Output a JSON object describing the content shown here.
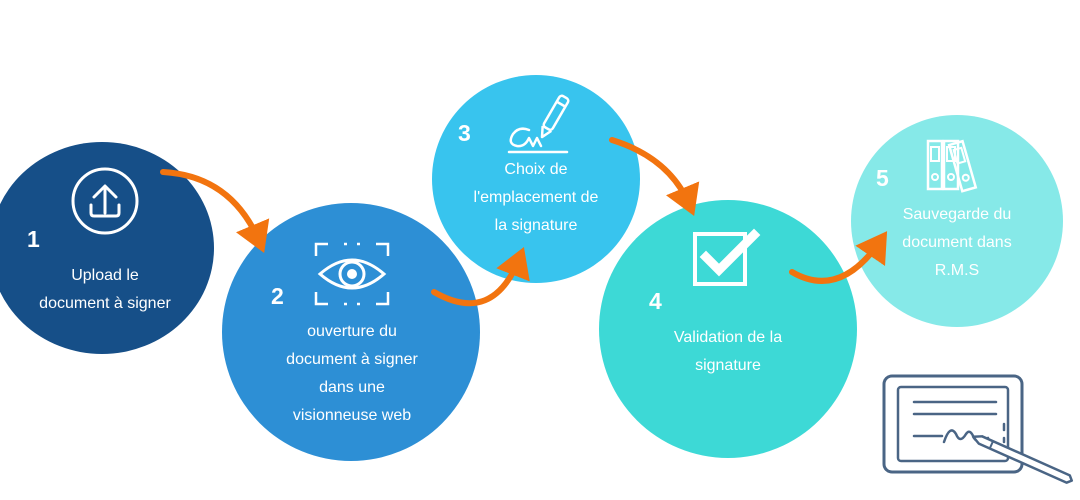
{
  "colors": {
    "step1": "#164f88",
    "step2": "#2d8fd5",
    "step3": "#38c4ee",
    "step4": "#3dd9d6",
    "step5": "#86e9e8",
    "arrow": "#f2740f",
    "tablet_stroke": "#4a6585"
  },
  "steps": [
    {
      "number": "1",
      "icon": "upload-icon",
      "lines": [
        "Upload le",
        "document à signer"
      ]
    },
    {
      "number": "2",
      "icon": "eye-scan-icon",
      "lines": [
        "ouverture du",
        "document à signer",
        "dans une",
        "visionneuse web"
      ]
    },
    {
      "number": "3",
      "icon": "pen-signature-icon",
      "lines": [
        "Choix de",
        "l'emplacement de",
        "la signature"
      ]
    },
    {
      "number": "4",
      "icon": "checkbox-icon",
      "lines": [
        "Validation de la",
        "signature"
      ]
    },
    {
      "number": "5",
      "icon": "binders-icon",
      "lines": [
        "Sauvegarde du",
        "document dans",
        "R.M.S"
      ]
    }
  ],
  "decor_icon": "tablet-signature-icon"
}
